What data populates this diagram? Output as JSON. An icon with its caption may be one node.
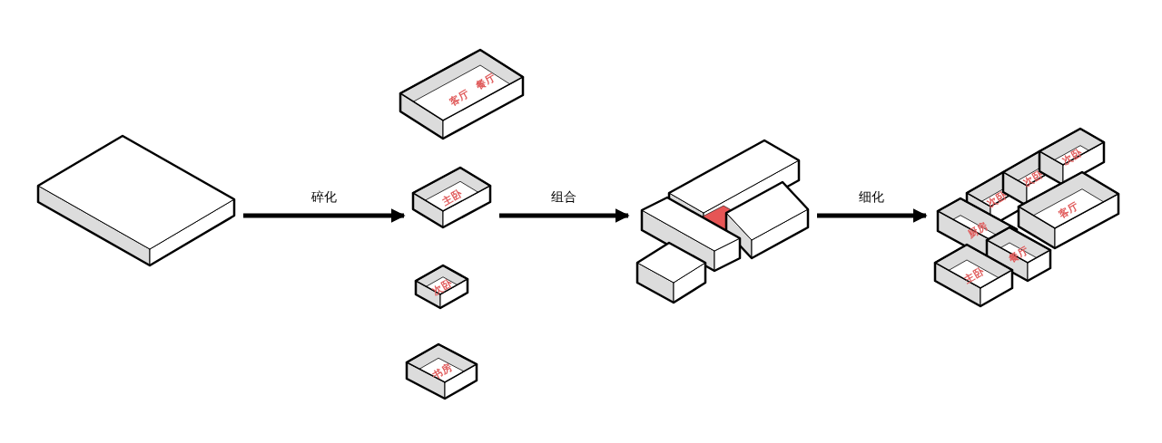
{
  "diagram": {
    "nodes": [
      {
        "text": [],
        "shape": "box"
      },
      {
        "text": [
          "客厅",
          "餐厅"
        ]
      },
      {
        "text": [
          "主卧"
        ]
      },
      {
        "text": [
          "次卧"
        ]
      },
      {
        "text": [
          "书房"
        ]
      },
      {
        "text": [],
        "shape": "box"
      },
      {
        "text": [],
        "shape": "box"
      },
      {
        "text": [
          "次卧"
        ],
        "in": 6
      },
      {
        "text": [
          "次卧"
        ],
        "in": 6
      },
      {
        "text": [
          "次卧"
        ],
        "in": 6
      },
      {
        "text": [
          "厨房"
        ],
        "in": 6
      },
      {
        "text": [
          "客厅"
        ],
        "in": 6
      },
      {
        "text": [
          "餐厅"
        ],
        "in": 6
      },
      {
        "text": [
          "主卧"
        ],
        "in": 6
      }
    ],
    "edges": [
      {
        "from": 0,
        "to": 2,
        "arrow": "to",
        "label": "碎化"
      },
      {
        "from": 2,
        "to": 5,
        "arrow": "to",
        "label": "组合"
      },
      {
        "from": 5,
        "to": 6,
        "arrow": "to",
        "label": "细化"
      }
    ]
  }
}
